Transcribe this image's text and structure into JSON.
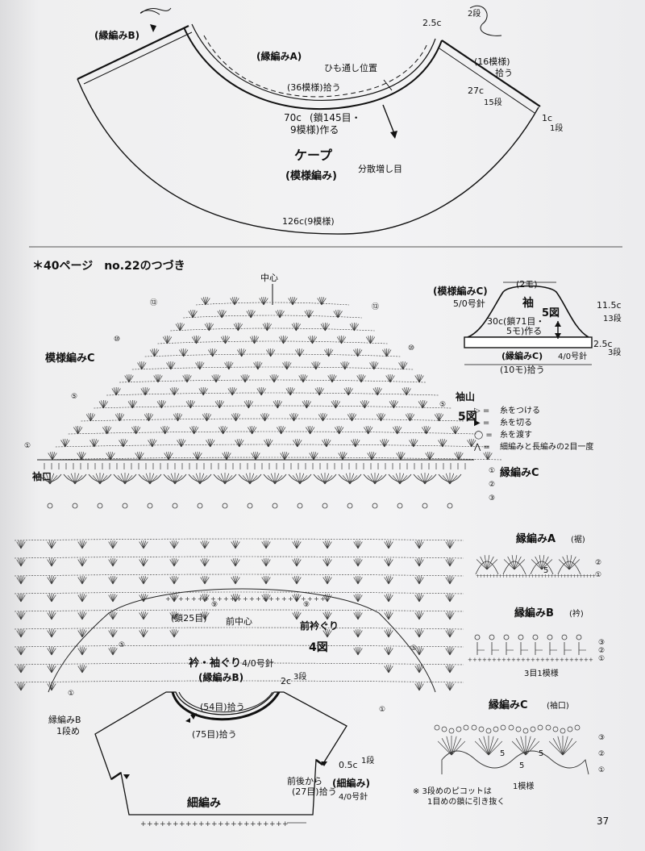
{
  "cape": {
    "edge_b": "(縁編みB)",
    "edge_a": "(縁編みA)",
    "top_right_len": "2.5c",
    "top_right_rows": "2段",
    "string_pos": "ひも通し位置",
    "inner_pick": "(36模様)拾う",
    "right_pick": "(16模様)",
    "right_pick2": "拾う",
    "side_len": "27c",
    "side_rows": "15段",
    "tip_len": "1c",
    "tip_rows": "1段",
    "neck_len": "70c",
    "neck_detail": "(鎖145目・",
    "neck_detail2": "9模様)作る",
    "title": "ケープ",
    "subtitle": "(模様編み)",
    "increase": "分散増し目",
    "hem_len": "126c(9模様)"
  },
  "continuation": "＊40ページ　no.22のつづき",
  "sleeve_chart": {
    "center": "中心",
    "pattern_label": "模様編みC",
    "sleeve_cap": "袖山",
    "fig_label": "5図",
    "cuff": "袖口",
    "edge_label": "縁編みC",
    "row_marks": [
      "⑬",
      "⑩",
      "⑤",
      "①"
    ],
    "edge_rows": [
      "①",
      "②",
      "③"
    ]
  },
  "legend": {
    "items": [
      {
        "sym": "▷ =",
        "text": "糸をつける"
      },
      {
        "sym": "▶ =",
        "text": "糸を切る"
      },
      {
        "sym": "◯ =",
        "text": "糸を渡す"
      },
      {
        "sym": "⋀ =",
        "text": "細編みと長編みの2目一度"
      }
    ]
  },
  "sleeve_schematic": {
    "pattern": "(模様編みC)",
    "needle": "5/0号針",
    "top": "(2モ)",
    "title": "袖",
    "fig": "5図",
    "height": "11.5c",
    "height_rows": "13段",
    "chain": "30c(鎖71目・",
    "chain2": "5モ)作る",
    "cuff_len": "2.5c",
    "cuff_rows": "3段",
    "cuff_edge": "(縁編みC)",
    "cuff_needle": "4/0号針",
    "pick": "(10モ)拾う"
  },
  "front_chart": {
    "chain": "(鎖25目)",
    "front_center": "前中心",
    "neckline": "前衿ぐり",
    "fig": "4図",
    "edge_b_row": "縁編みB",
    "edge_b_row2": "1段め",
    "row_marks": [
      "⑨",
      "⑤",
      "①"
    ]
  },
  "edgings": {
    "a_title": "縁編みA",
    "a_note": "(裾)",
    "b_title": "縁編みB",
    "b_note": "(衿)",
    "b_repeat": "3目1模様",
    "c_title": "縁編みC",
    "c_note": "(袖口)",
    "c_repeat": "1模様",
    "picot_note": "※ 3段めのピコットは",
    "picot_note2": "1目めの鎖に引き抜く",
    "num5": "5"
  },
  "body_schematic": {
    "title1": "衿・袖ぐり",
    "needle": "4/0号針",
    "edge": "(縁編みB)",
    "edge_len": "2c",
    "edge_rows": "3段",
    "neck_inner": "(54目)拾う",
    "neck_outer": "(75目)拾う",
    "hem_len": "0.5c",
    "hem_rows": "1段",
    "sides": "前後から",
    "sides2": "(27目)拾う",
    "sc": "(細編み)",
    "sc_needle": "4/0号針",
    "sc_title": "細編み"
  },
  "page_number": "37"
}
